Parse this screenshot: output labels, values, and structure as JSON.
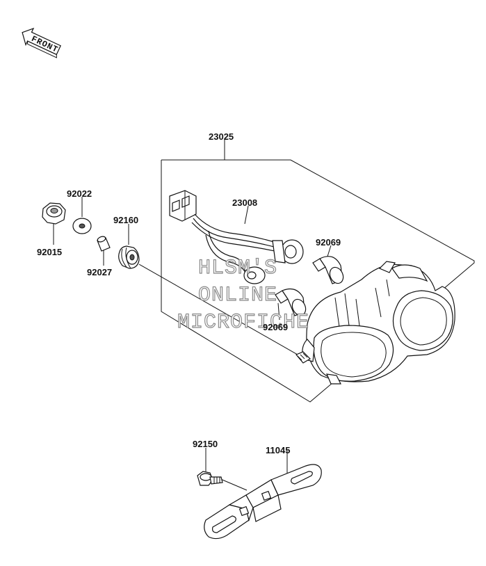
{
  "front_indicator": "FRONT",
  "watermark": [
    "HLSM'S",
    "ONLINE",
    "MICROFICHE"
  ],
  "parts": {
    "p23025": "23025",
    "p23008": "23008",
    "p92022": "92022",
    "p92015": "92015",
    "p92160": "92160",
    "p92027": "92027",
    "p92069_top": "92069",
    "p92069_bottom": "92069",
    "p92150": "92150",
    "p11045": "11045"
  }
}
